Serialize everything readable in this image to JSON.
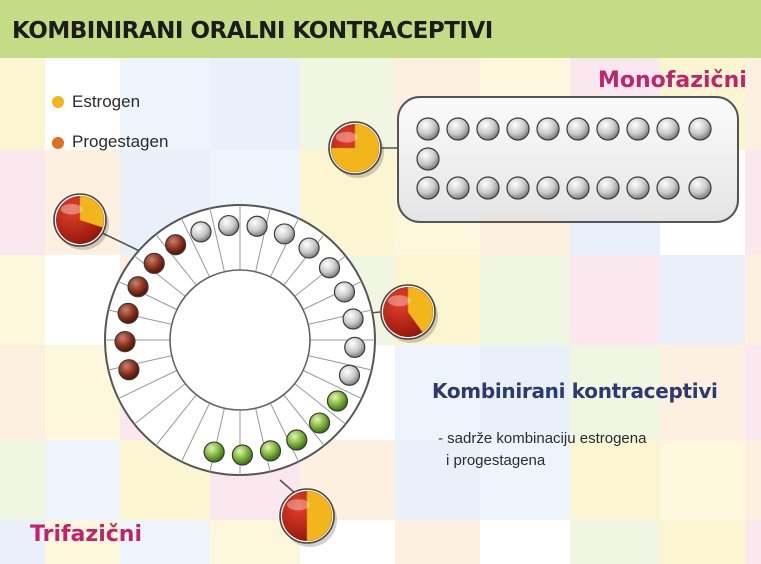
{
  "header": {
    "title": "KOMBINIRANI ORALNI KONTRACEPTIVI"
  },
  "legend": {
    "items": [
      {
        "label": "Estrogen",
        "color": "#f2b61c"
      },
      {
        "label": "Progestagen",
        "color": "#e0701e"
      }
    ]
  },
  "monophasic": {
    "label": "Monofazični",
    "pill_count": 21
  },
  "triphasic": {
    "label": "Trifazični",
    "phases": [
      {
        "color": "dark-red",
        "count": 6
      },
      {
        "color": "grey",
        "count": 10
      },
      {
        "color": "green",
        "count": 6
      }
    ]
  },
  "info": {
    "heading": "Kombinirani kontraceptivi",
    "line1": "- sadrže kombinaciju estrogena",
    "line2": "i progestagena"
  },
  "colors": {
    "title_bar": "#c4dc86",
    "magenta": "#c2246b",
    "navy": "#2c3a72",
    "estrogen": "#f2b61c",
    "progestagen": "#c4251a"
  }
}
